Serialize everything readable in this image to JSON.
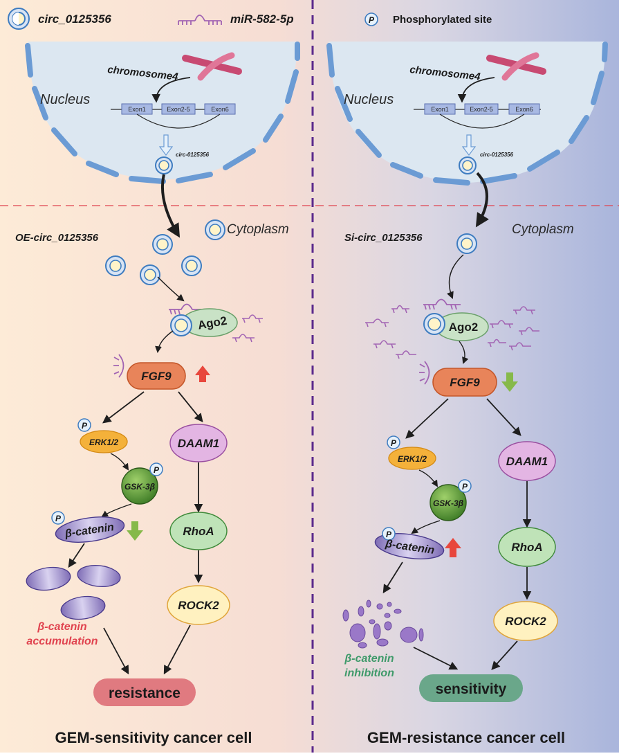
{
  "legend": {
    "circ": "circ_0125356",
    "mir": "miR-582-5p",
    "phospho_symbol": "P",
    "phospho": "Phosphorylated site"
  },
  "left": {
    "chromosome": "chromosome4",
    "nucleus": "Nucleus",
    "exons": [
      "Exon1",
      "Exon2-5",
      "Exon6"
    ],
    "circ_small": "circ-0125356",
    "condition": "OE-circ_0125356",
    "cytoplasm": "Cytoplasm",
    "ago2": "Ago2",
    "fgf9": "FGF9",
    "erk": "ERK1/2",
    "gsk": "GSK-3β",
    "bcatenin": "β-catenin",
    "daam1": "DAAM1",
    "rhoa": "RhoA",
    "rock2": "ROCK2",
    "outcome_line1": "β-catenin",
    "outcome_line2": "accumulation",
    "result": "resistance",
    "footer": "GEM-sensitivity cancer cell"
  },
  "right": {
    "chromosome": "chromosome4",
    "nucleus": "Nucleus",
    "exons": [
      "Exon1",
      "Exon2-5",
      "Exon6"
    ],
    "circ_small": "circ-0125356",
    "condition": "Si-circ_0125356",
    "cytoplasm": "Cytoplasm",
    "ago2": "Ago2",
    "fgf9": "FGF9",
    "erk": "ERK1/2",
    "gsk": "GSK-3β",
    "bcatenin": "β-catenin",
    "daam1": "DAAM1",
    "rhoa": "RhoA",
    "rock2": "ROCK2",
    "outcome_line1": "β-catenin",
    "outcome_line2": "inhibition",
    "result": "sensitivity",
    "footer": "GEM-resistance cancer cell"
  },
  "colors": {
    "fgf9": "#e8845a",
    "erk": "#f4b13a",
    "gsk": "#5f9a3a",
    "bcatenin": "#a294cc",
    "daam1": "#e3b5e3",
    "rhoa": "#bfe3b8",
    "rock2": "#fff1c0",
    "resistance": "#e07a80",
    "sensitivity": "#6aa78a",
    "accumulation": "#e0434f",
    "inhibition": "#3f9a6a",
    "mirna": "#a264b3",
    "up_arrow": "#e8473d",
    "down_arrow": "#86b94a"
  }
}
